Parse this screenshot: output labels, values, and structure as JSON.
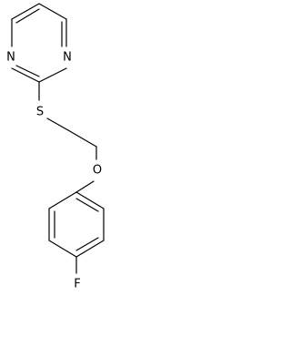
{
  "molecule": {
    "atoms": {
      "n_left": "N",
      "n_right": "N",
      "sulfur": "S",
      "oxygen": "O",
      "fluorine": "F"
    },
    "colors": {
      "bond": "#000000",
      "label": "#000000",
      "background": "#ffffff"
    }
  }
}
